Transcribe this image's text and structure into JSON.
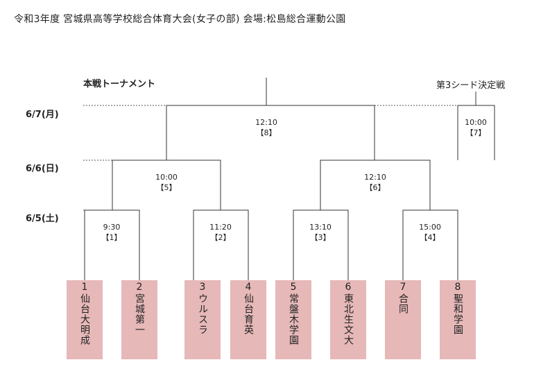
{
  "title": "令和3年度 宮城県高等学校総合体育大会(女子の部) 会場:松島総合運動公園",
  "heading": "本戦トーナメント",
  "side_heading": "第3シード決定戦",
  "dates": [
    "6/7(月)",
    "6/6(日)",
    "6/5(土)"
  ],
  "matches": [
    {
      "time": "9:30",
      "num": "【1】"
    },
    {
      "time": "11:20",
      "num": "【2】"
    },
    {
      "time": "13:10",
      "num": "【3】"
    },
    {
      "time": "15:00",
      "num": "【4】"
    },
    {
      "time": "10:00",
      "num": "【5】"
    },
    {
      "time": "12:10",
      "num": "【6】"
    },
    {
      "time": "10:00",
      "num": "【7】"
    },
    {
      "time": "12:10",
      "num": "【8】"
    }
  ],
  "teams": [
    "1仙台大明成",
    "2宮城第一",
    "3ウルスラ",
    "4仙台育英",
    "5常盤木学園",
    "6東北生文大",
    "7合同",
    "8聖和学園"
  ]
}
